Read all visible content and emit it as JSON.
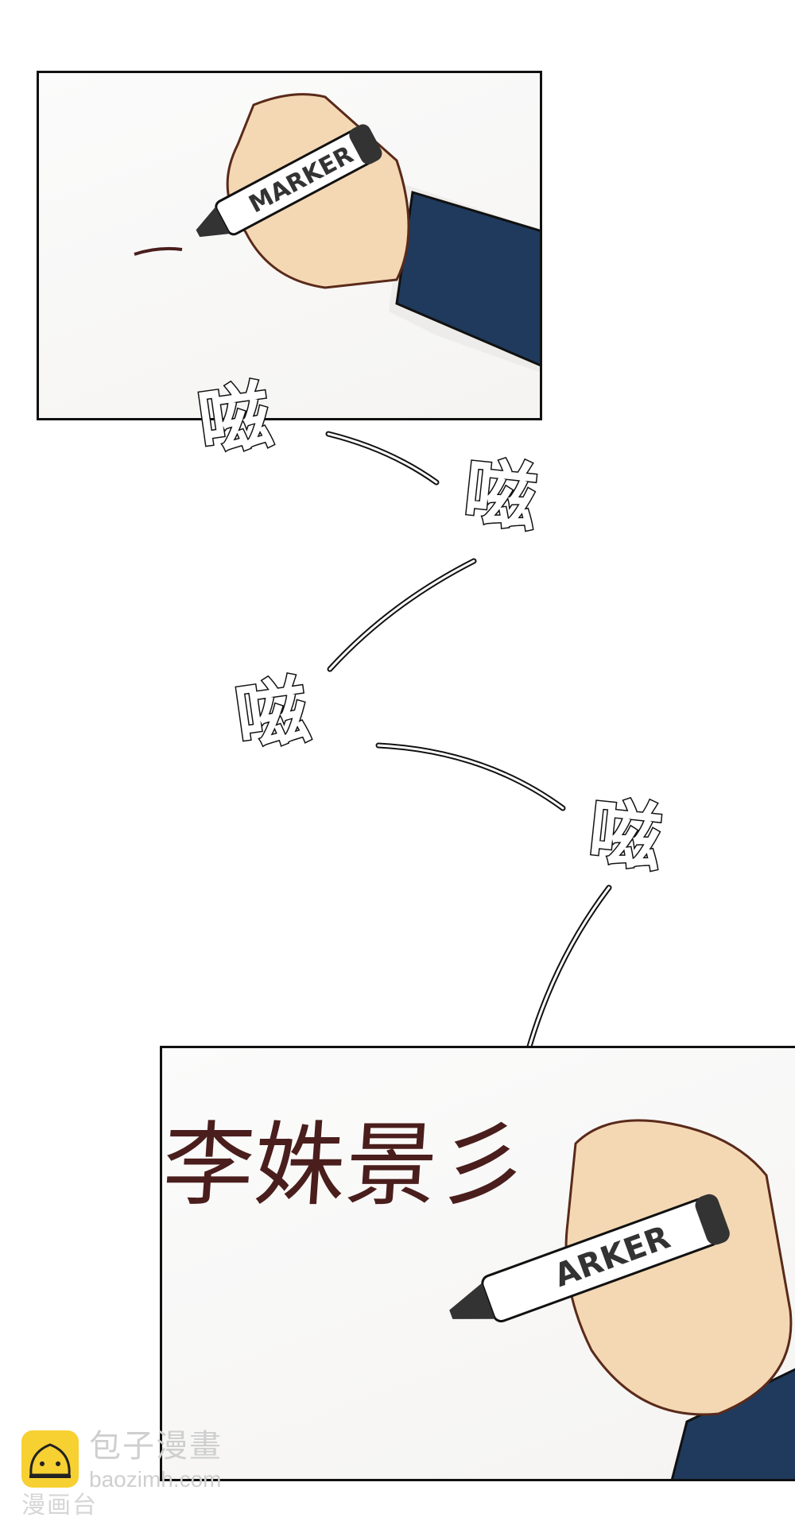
{
  "panels": [
    {
      "id": "panel-1",
      "marker_label": "MARKER"
    },
    {
      "id": "panel-2",
      "marker_label": "ARKER",
      "handwriting": "李姝景彡"
    }
  ],
  "sound_effects": [
    "嗞",
    "嗞",
    "嗞",
    "嗞"
  ],
  "watermark": {
    "brand": "包子漫畫",
    "url": "baozimh.com",
    "sub": "漫画台"
  },
  "colors": {
    "sleeve": "#1f3a5c",
    "skin": "#f4d8b4",
    "ink": "#4a1e1c",
    "logo": "#f7d031"
  }
}
